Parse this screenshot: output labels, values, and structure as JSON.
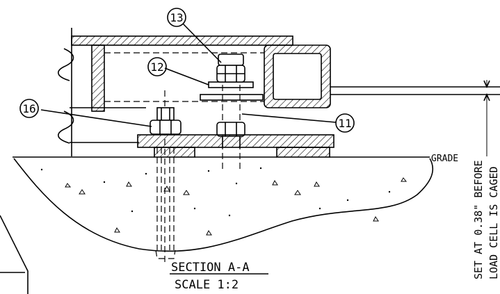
{
  "balloons": [
    {
      "id": "13"
    },
    {
      "id": "12"
    },
    {
      "id": "16"
    },
    {
      "id": "11"
    }
  ],
  "labels": {
    "grade": "GRADE",
    "section_title": "SECTION A-A",
    "scale": "SCALE 1:2",
    "note_line1": "SET AT 0.38\" BEFORE",
    "note_line2": "LOAD CELL IS CAGED"
  },
  "colors": {
    "line": "#000000",
    "background": "#ffffff"
  }
}
